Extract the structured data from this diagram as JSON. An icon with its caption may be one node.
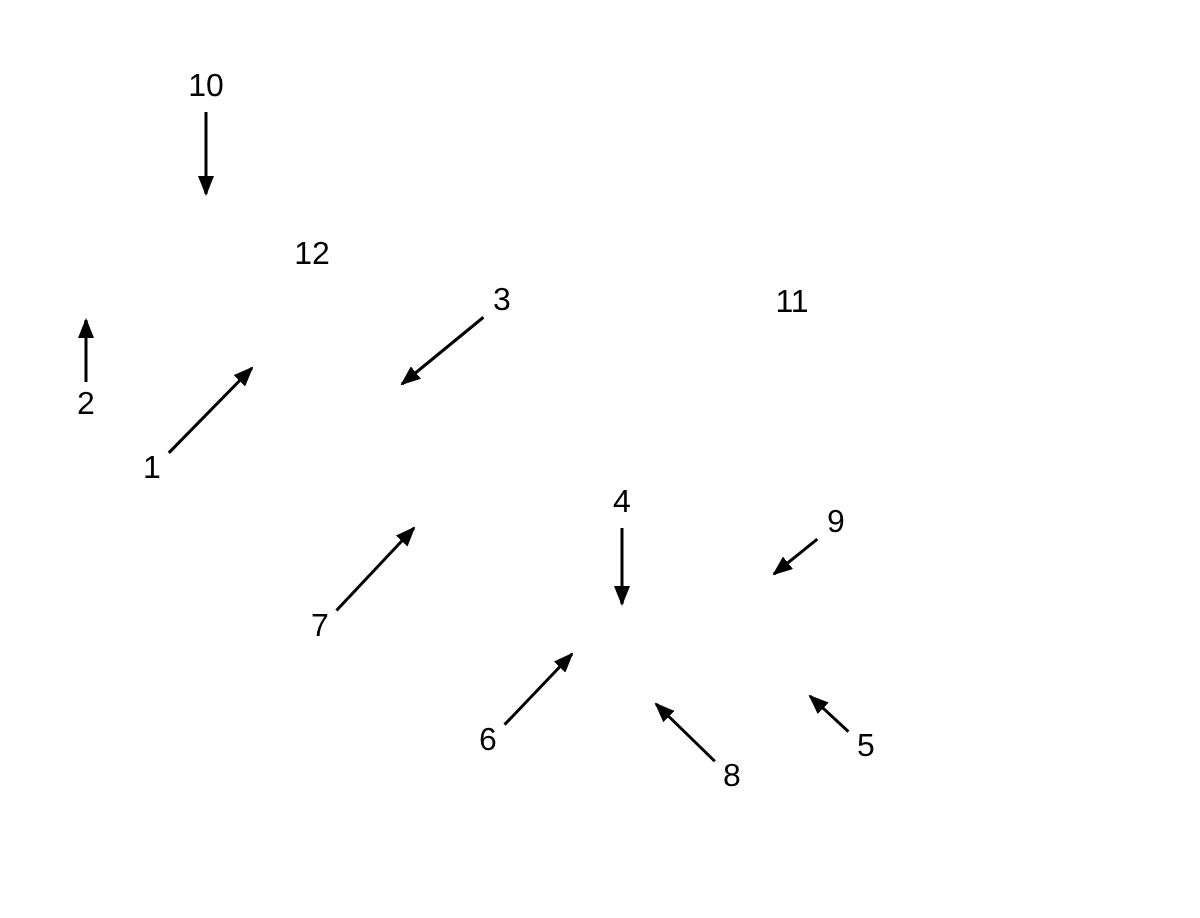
{
  "diagram": {
    "nodes": [
      {
        "text": [
          "10"
        ]
      },
      {
        "text": [
          "2"
        ]
      },
      {
        "text": [
          "1"
        ]
      },
      {
        "text": [
          "3"
        ]
      },
      {
        "text": [
          "4"
        ]
      },
      {
        "text": [
          "9"
        ]
      },
      {
        "text": [
          "7"
        ]
      },
      {
        "text": [
          "6"
        ]
      },
      {
        "text": [
          "8"
        ]
      },
      {
        "text": [
          "5"
        ]
      }
    ],
    "edges": [
      {
        "from": 0,
        "to": null,
        "arrow": "to"
      },
      {
        "from": 1,
        "to": null,
        "arrow": "to"
      },
      {
        "from": 2,
        "to": null,
        "arrow": "to"
      },
      {
        "from": 3,
        "to": null,
        "arrow": "to"
      },
      {
        "from": 4,
        "to": null,
        "arrow": "to"
      },
      {
        "from": 5,
        "to": null,
        "arrow": "to"
      },
      {
        "from": 6,
        "to": null,
        "arrow": "to"
      },
      {
        "from": 7,
        "to": null,
        "arrow": "to"
      },
      {
        "from": 8,
        "to": null,
        "arrow": "to"
      },
      {
        "from": 9,
        "to": null,
        "arrow": "to"
      }
    ],
    "labels": [
      "12",
      "11"
    ]
  }
}
